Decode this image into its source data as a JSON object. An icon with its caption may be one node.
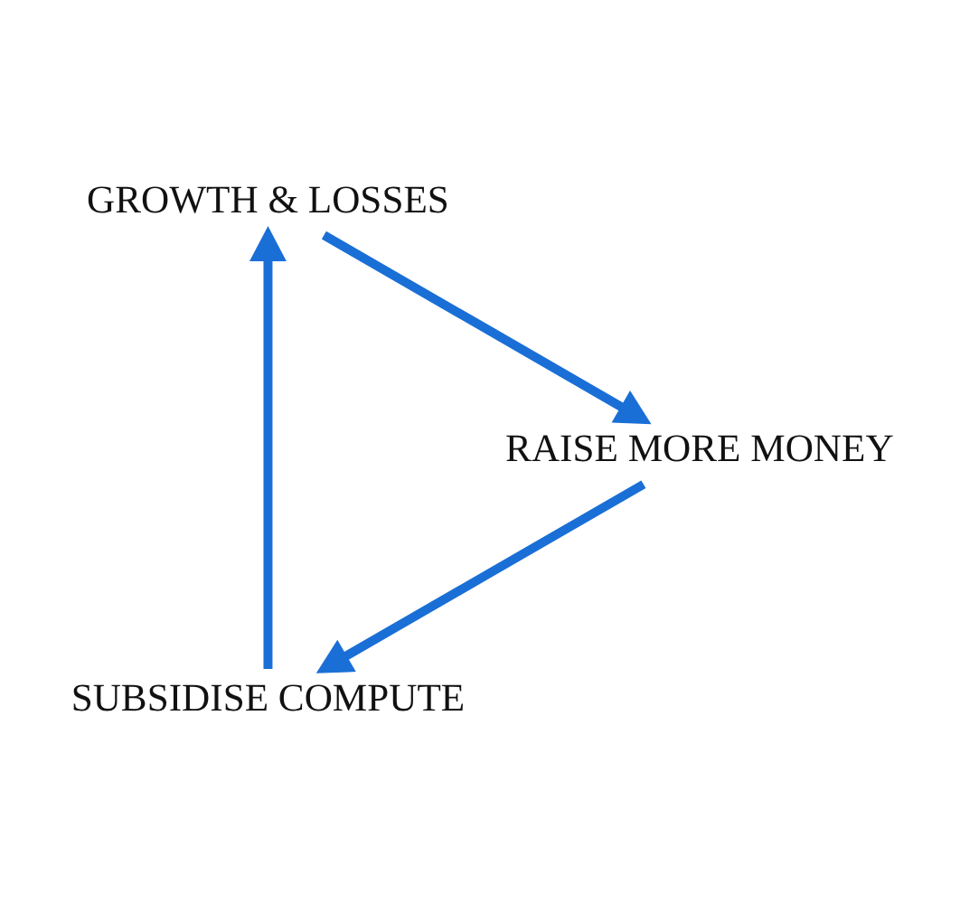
{
  "diagram": {
    "nodes": [
      {
        "text": [
          "SUBSIDISE COMPUTE"
        ]
      },
      {
        "text": [
          "GROWTH & LOSSES"
        ]
      },
      {
        "text": [
          "RAISE MORE MONEY"
        ]
      }
    ],
    "edges": [
      {
        "from": 0,
        "to": 1,
        "arrow": "to"
      },
      {
        "from": 1,
        "to": 2,
        "arrow": "to"
      },
      {
        "from": 2,
        "to": 0,
        "arrow": "to"
      }
    ]
  }
}
